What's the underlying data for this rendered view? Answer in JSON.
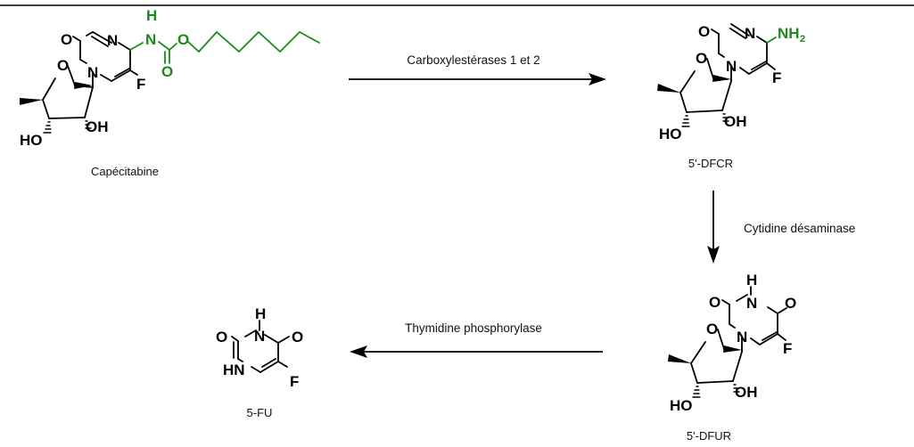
{
  "colors": {
    "ink": "#000000",
    "highlight": "#1a8a1a"
  },
  "molecules": {
    "capecitabine": {
      "name": "Capécitabine",
      "atoms": {
        "O_carbonyl": "O",
        "N_ring3": "N",
        "N_ring1": "N",
        "F": "F",
        "O_sugar": "O",
        "HO": "HO",
        "OH": "OH",
        "NH_N": "N",
        "NH_H": "H",
        "O_carbamate_C": "O",
        "O_ester": "O"
      }
    },
    "dfcr": {
      "name": "5'-DFCR",
      "atoms": {
        "O_carbonyl": "O",
        "N_ring3": "N",
        "N_ring1": "N",
        "F": "F",
        "O_sugar": "O",
        "HO": "HO",
        "OH": "OH",
        "NH2_NH": "NH",
        "NH2_sub": "2"
      }
    },
    "dfur": {
      "name": "5'-DFUR",
      "atoms": {
        "O_carbonyl": "O",
        "N_ring3": "N",
        "H_N3": "H",
        "O_keto": "O",
        "N_ring1": "N",
        "F": "F",
        "O_sugar": "O",
        "HO": "HO",
        "OH": "OH"
      }
    },
    "fu": {
      "name": "5-FU",
      "atoms": {
        "O_carbonyl": "O",
        "N_ring3": "N",
        "H_N3": "H",
        "O_keto": "O",
        "HN": "HN",
        "F": "F"
      }
    }
  },
  "arrows": [
    {
      "label": "Carboxylestérases 1 et 2"
    },
    {
      "label": "Cytidine désaminase"
    },
    {
      "label": "Thymidine phosphorylase"
    }
  ]
}
